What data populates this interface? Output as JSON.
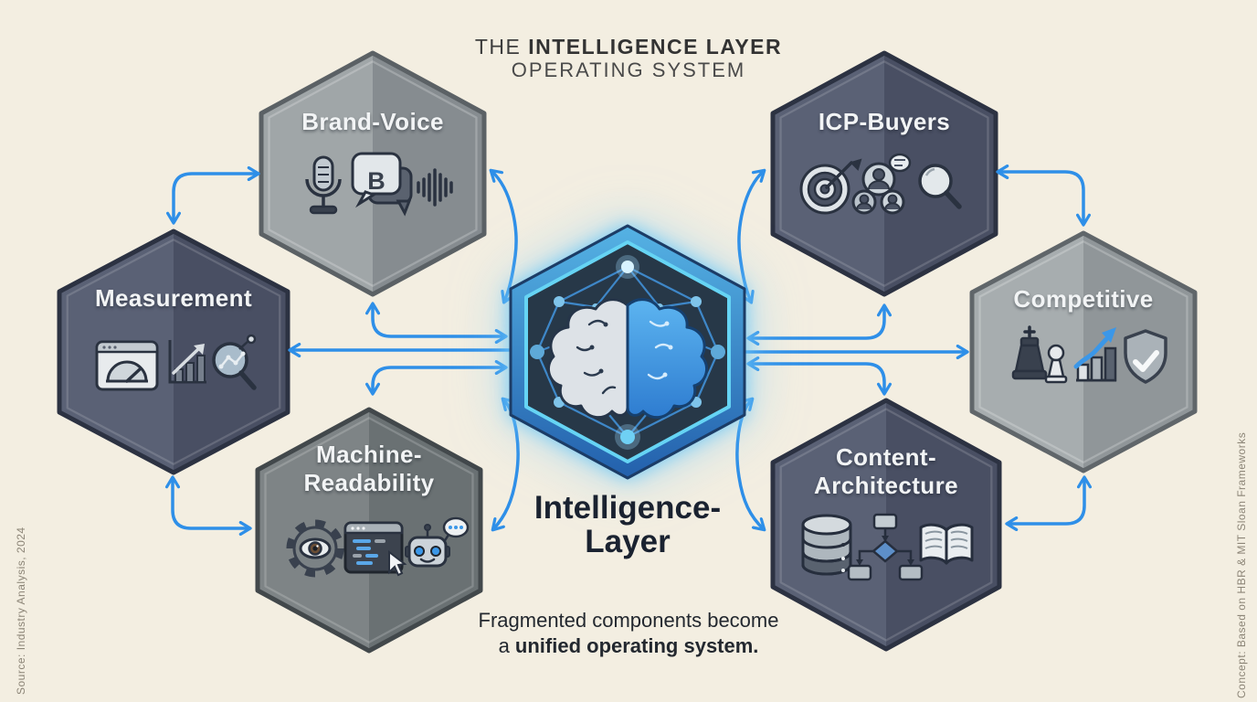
{
  "title": {
    "line1_prefix": "THE ",
    "line1_bold": "INTELLIGENCE LAYER",
    "line2": "OPERATING SYSTEM"
  },
  "center": {
    "line1": "Intelligence-",
    "line2": "Layer",
    "icon": "neural-network-brain"
  },
  "nodes": [
    {
      "id": "brand-voice",
      "lines": [
        "Brand-Voice"
      ],
      "bubble_letter": "B",
      "icons": [
        "microphone-icon",
        "chat-bubble-b-icon",
        "audio-waveform-icon"
      ]
    },
    {
      "id": "icp-buyers",
      "lines": [
        "ICP-Buyers"
      ],
      "icons": [
        "target-icon",
        "buyer-personas-icon",
        "magnifier-icon"
      ]
    },
    {
      "id": "measurement",
      "lines": [
        "Measurement"
      ],
      "icons": [
        "gauge-window-icon",
        "bar-chart-arrow-icon",
        "data-magnifier-icon"
      ]
    },
    {
      "id": "competitive",
      "lines": [
        "Competitive"
      ],
      "icons": [
        "chess-pieces-icon",
        "growth-chart-icon",
        "shield-check-icon"
      ]
    },
    {
      "id": "machine-readability",
      "lines": [
        "Machine-",
        "Readability"
      ],
      "icons": [
        "gear-eye-icon",
        "code-window-icon",
        "robot-chat-icon"
      ]
    },
    {
      "id": "content-architecture",
      "lines": [
        "Content-",
        "Architecture"
      ],
      "icons": [
        "database-icon",
        "flowchart-icon",
        "open-book-icon"
      ]
    }
  ],
  "caption": {
    "line1": "Fragmented components become",
    "line2_prefix": "a ",
    "line2_bold": "unified operating system."
  },
  "side_notes": {
    "left": "Source: Industry Analysis, 2024",
    "right": "Concept: Based on HBR & MIT Sloan Frameworks"
  },
  "colors": {
    "background": "#f3eee1",
    "arrow_blue": "#2e8fe8",
    "center_glow": "#6fd0f4",
    "center_band_blue": "#3a86cc",
    "center_navy": "#273848",
    "brain_blue": "#3f97e2",
    "hex_dark": "#505870",
    "hex_gray": "#939a9d",
    "label_white": "#f2f4f5",
    "title_dark": "#3d3d3d"
  }
}
